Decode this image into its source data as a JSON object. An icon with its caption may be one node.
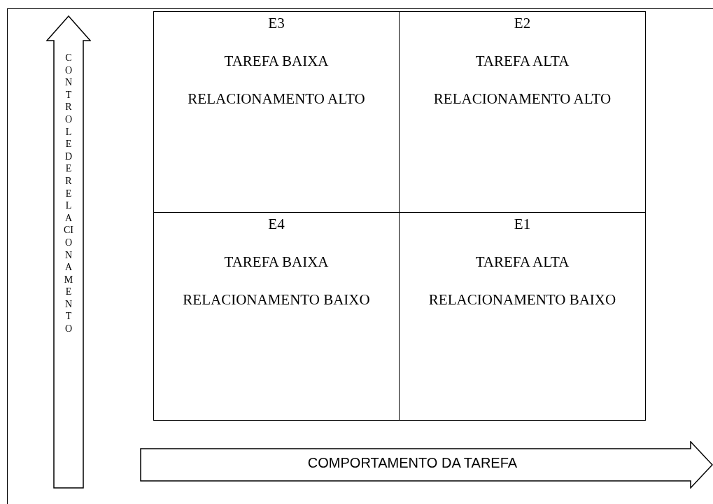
{
  "diagram": {
    "nodes": [
      {
        "text": [
          "E3",
          "TAREFA BAIXA",
          "RELACIONAMENTO ALTO"
        ]
      },
      {
        "text": [
          "E2",
          "TAREFA ALTA",
          "RELACIONAMENTO ALTO"
        ]
      },
      {
        "text": [
          "E4",
          "TAREFA BAIXA",
          "RELACIONAMENTO BAIXO"
        ]
      },
      {
        "text": [
          "E1",
          "TAREFA ALTA",
          "RELACIONAMENTO BAIXO"
        ]
      },
      {
        "text": [
          "CONTROLE DE RELACIONAMENTO"
        ]
      },
      {
        "text": [
          "COMPORTAMENTO DA TAREFA"
        ]
      }
    ]
  }
}
